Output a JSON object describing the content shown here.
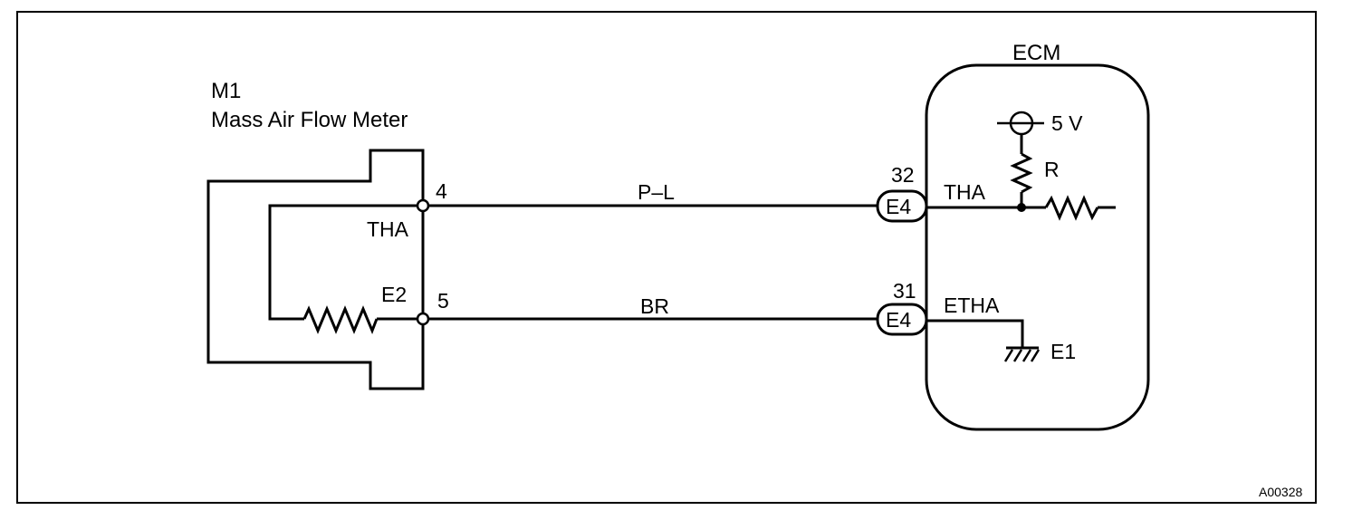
{
  "component": {
    "id": "M1",
    "name": "Mass Air Flow Meter",
    "terminal_thc": "THA",
    "terminal_e2": "E2",
    "pin_4": "4",
    "pin_5": "5"
  },
  "wires": {
    "upper_color": "P–L",
    "lower_color": "BR"
  },
  "connectors": {
    "upper_pin": "32",
    "upper_code": "E4",
    "lower_pin": "31",
    "lower_code": "E4"
  },
  "ecm": {
    "title": "ECM",
    "supply": "5 V",
    "resistor": "R",
    "signal_tha": "THA",
    "signal_etha": "ETHA",
    "ground": "E1"
  },
  "figure_code": "A00328"
}
